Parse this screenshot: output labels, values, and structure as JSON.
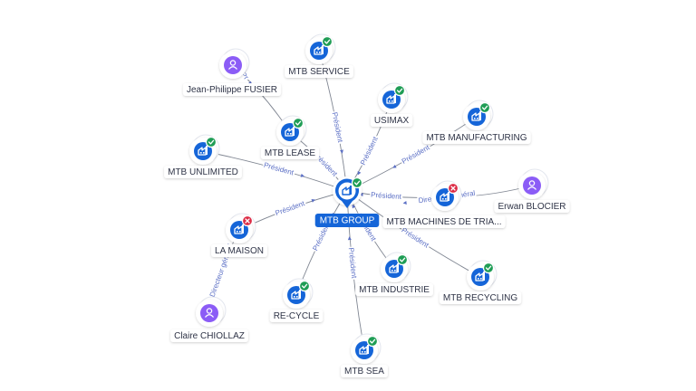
{
  "graph": {
    "colors": {
      "company": "#1565d8",
      "person": "#8b5cf6",
      "edge": "#6b7280",
      "edge_label": "#5b6fc5",
      "status_active": "#1f9d55",
      "status_closed": "#dc2b45",
      "center_badge": "#1565d8"
    },
    "center": {
      "id": "mtb-group",
      "label": "MTB GROUP",
      "kind": "company-icon",
      "status": "active"
    },
    "nodes": [
      {
        "id": "mtb-service",
        "label": "MTB SERVICE",
        "kind": "company-icon",
        "status": "active"
      },
      {
        "id": "jean-philippe-fusier",
        "label": "Jean-Philippe FUSIER",
        "kind": "person-icon"
      },
      {
        "id": "usimax",
        "label": "USIMAX",
        "kind": "company-icon",
        "status": "active"
      },
      {
        "id": "mtb-lease",
        "label": "MTB LEASE",
        "kind": "company-icon",
        "status": "active"
      },
      {
        "id": "mtb-manufacturing",
        "label": "MTB MANUFACTURING",
        "kind": "company-icon",
        "status": "active"
      },
      {
        "id": "mtb-unlimited",
        "label": "MTB UNLIMITED",
        "kind": "company-icon",
        "status": "active"
      },
      {
        "id": "erwan-blocier",
        "label": "Erwan BLOCIER",
        "kind": "person-icon"
      },
      {
        "id": "mtb-machines",
        "label": "MTB MACHINES DE TRIA...",
        "kind": "company-icon",
        "status": "closed"
      },
      {
        "id": "la-maison",
        "label": "LA MAISON",
        "kind": "company-icon",
        "status": "closed"
      },
      {
        "id": "re-cycle",
        "label": "RE-CYCLE",
        "kind": "company-icon",
        "status": "active"
      },
      {
        "id": "mtb-industrie",
        "label": "MTB INDUSTRIE",
        "kind": "company-icon",
        "status": "active"
      },
      {
        "id": "mtb-recycling",
        "label": "MTB RECYCLING",
        "kind": "company-icon",
        "status": "active"
      },
      {
        "id": "claire-chiollaz",
        "label": "Claire CHIOLLAZ",
        "kind": "person-icon"
      },
      {
        "id": "mtb-sea",
        "label": "MTB SEA",
        "kind": "company-icon",
        "status": "active"
      }
    ],
    "edges": [
      {
        "from": "mtb-group",
        "to": "mtb-service",
        "label": "Président"
      },
      {
        "from": "mtb-group",
        "to": "usimax",
        "label": "Président"
      },
      {
        "from": "mtb-group",
        "to": "mtb-lease",
        "label": "Président"
      },
      {
        "from": "mtb-lease",
        "to": "jean-philippe-fusier",
        "label": "Pr"
      },
      {
        "from": "mtb-group",
        "to": "mtb-manufacturing",
        "label": "Président"
      },
      {
        "from": "mtb-group",
        "to": "mtb-unlimited",
        "label": "Président"
      },
      {
        "from": "mtb-group",
        "to": "mtb-machines",
        "label": "Président"
      },
      {
        "from": "mtb-machines",
        "to": "erwan-blocier",
        "label": "Directeur Général"
      },
      {
        "from": "mtb-group",
        "to": "la-maison",
        "label": "Président"
      },
      {
        "from": "mtb-group",
        "to": "re-cycle",
        "label": "Président"
      },
      {
        "from": "mtb-group",
        "to": "mtb-industrie",
        "label": "Président"
      },
      {
        "from": "mtb-group",
        "to": "mtb-recycling",
        "label": "Président"
      },
      {
        "from": "la-maison",
        "to": "claire-chiollaz",
        "label": "Directeur général"
      },
      {
        "from": "mtb-group",
        "to": "mtb-sea",
        "label": "Président"
      }
    ]
  }
}
